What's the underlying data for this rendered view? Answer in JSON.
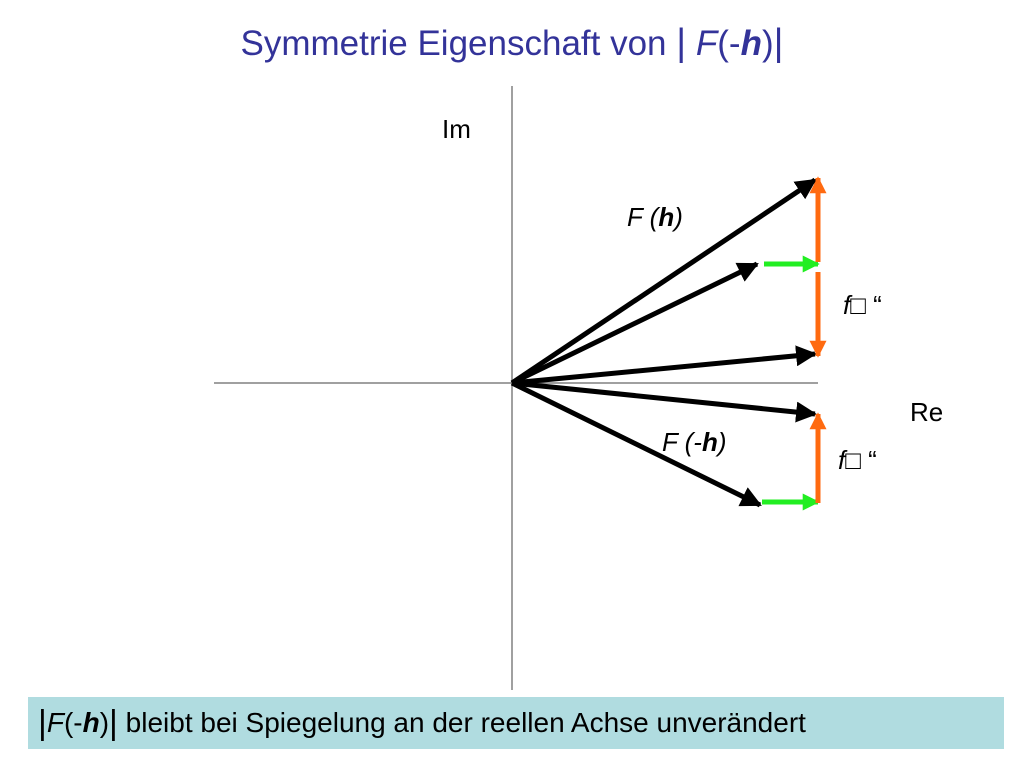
{
  "title": {
    "prefix": "Symmetrie Eigenschaft von ",
    "bar_open": "|",
    "fn": "F",
    "paren_open": "(-",
    "var": "h",
    "paren_close": ")",
    "bar_close": "|"
  },
  "axes": {
    "imag_label": "Im",
    "real_label": "Re"
  },
  "labels": {
    "f_plus": {
      "fn": "F",
      "open": " (",
      "var": "h",
      "close": ")"
    },
    "f_minus": {
      "fn": "F",
      "open": " (-",
      "var": "h",
      "close": ")"
    },
    "fpp_upper": {
      "f": "f",
      "rest": "□  “"
    },
    "fpp_lower": {
      "f": "f",
      "rest": "□  “"
    }
  },
  "colors": {
    "title": "#333399",
    "vector": "#000000",
    "green_component": "#22ee22",
    "orange_component": "#ff6a10",
    "axis": "#808080",
    "footer_bg": "#b0dce0"
  },
  "footer": {
    "bar_open": "|",
    "fn": "F",
    "paren_open": "(-",
    "var": "h",
    "paren_close": ")",
    "bar_close": "|",
    "text": " bleibt bei Spiegelung an der reellen Achse unverändert"
  }
}
